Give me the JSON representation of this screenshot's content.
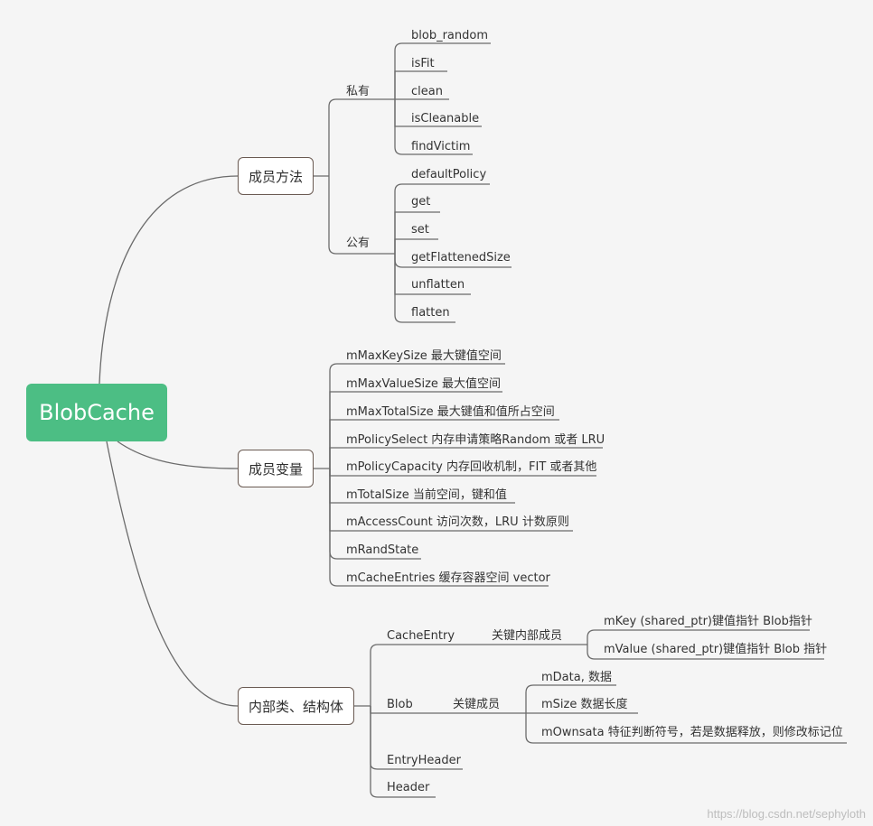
{
  "root": "BlobCache",
  "members_methods": {
    "label": "成员方法",
    "private": {
      "label": "私有",
      "items": [
        "blob_random",
        "isFit",
        "clean",
        "isCleanable",
        "findVictim"
      ]
    },
    "public": {
      "label": "公有",
      "items": [
        "defaultPolicy",
        "get",
        "set",
        "getFlattenedSize",
        "unflatten",
        "flatten"
      ]
    }
  },
  "members_vars": {
    "label": "成员变量",
    "items": [
      "mMaxKeySize 最大键值空间",
      "mMaxValueSize 最大值空间",
      "mMaxTotalSize 最大键值和值所占空间",
      "mPolicySelect 内存申请策略Random 或者 LRU",
      "mPolicyCapacity 内存回收机制，FIT 或者其他",
      "mTotalSize 当前空间，键和值",
      "mAccessCount 访问次数，LRU 计数原则",
      "mRandState",
      "mCacheEntries 缓存容器空间 vector"
    ]
  },
  "inner": {
    "label": "内部类、结构体",
    "cache_entry": {
      "label": "CacheEntry",
      "sub_label": "关键内部成员",
      "items": [
        "mKey (shared_ptr)键值指针 Blob指针",
        "mValue (shared_ptr)键值指针 Blob 指针"
      ]
    },
    "blob": {
      "label": "Blob",
      "sub_label": "关键成员",
      "items": [
        "mData, 数据",
        "mSize  数据长度",
        "mOwnsata 特征判断符号，若是数据释放，则修改标记位"
      ]
    },
    "entry_header": "EntryHeader",
    "header": "Header"
  },
  "watermark": "https://blog.csdn.net/sephyloth",
  "colors": {
    "root_bg": "#4cbe84",
    "line": "#6b6b6b",
    "box_border": "#6a5a52"
  }
}
